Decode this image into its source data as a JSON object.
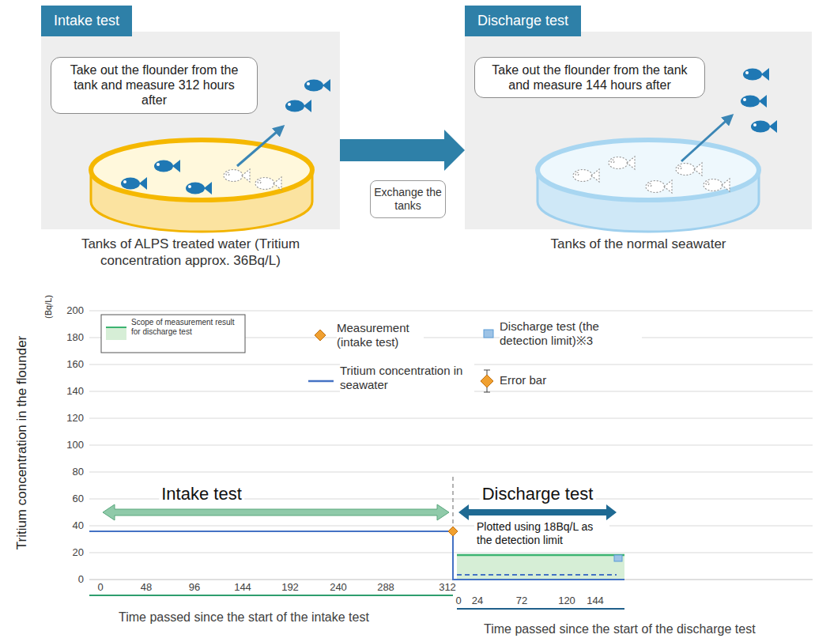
{
  "diagram": {
    "nodes": [
      {
        "text": [
          "Tanks of ALPS treated water (Tritium concentration approx. 36Bq/L)"
        ]
      },
      {
        "text": [
          "Intake test"
        ],
        "in": 0
      },
      {
        "text": [
          "Take out the flounder from the tank and measure 312 hours after"
        ],
        "in": 0
      },
      {
        "text": [
          "Tanks of the normal seawater"
        ]
      },
      {
        "text": [
          "Discharge test"
        ],
        "in": 3
      },
      {
        "text": [
          "Take out the flounder from the tank and measure 144 hours after"
        ],
        "in": 3
      },
      {
        "text": [
          "Exchange the tanks"
        ]
      }
    ],
    "edges": [
      {
        "from": 0,
        "to": 3,
        "arrow": "to"
      }
    ],
    "labels": [
      "200",
      "180",
      "160",
      "140",
      "120",
      "100",
      "80",
      "60",
      "40",
      "20",
      "0",
      "(Bq/L)",
      "Tritium concentration in the flounder",
      "Intake test",
      "Discharge test",
      "Plotted using 18Bq/L as the detection limit",
      "0",
      "48",
      "96",
      "144",
      "192",
      "240",
      "288",
      "312",
      "Time passed since the start of the intake test",
      "0",
      "24",
      "72",
      "120",
      "144",
      "Time passed since the start of the discharge test"
    ],
    "legend": [
      {
        "text": "Scope of measurement result for discharge test",
        "color": "#d6eed6"
      },
      {
        "text": "Measurement (intake test)"
      },
      {
        "text": "Tritium concentration in seawater"
      },
      {
        "text": "Discharge test (the detection limit)※3"
      },
      {
        "text": "Error bar"
      }
    ]
  }
}
